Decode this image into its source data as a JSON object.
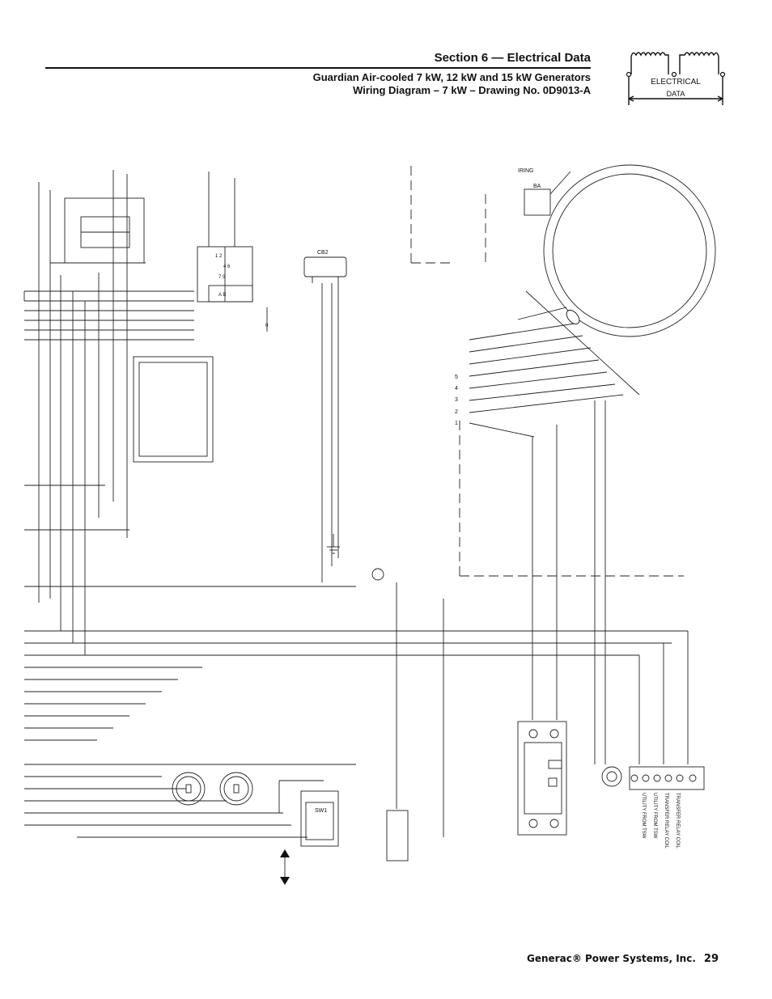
{
  "header": {
    "section_title": "Section 6 — Electrical Data",
    "subtitle_line1": "Guardian Air-cooled 7 kW, 12 kW and 15 kW Generators",
    "subtitle_line2": "Wiring Diagram – 7 kW – Drawing No. 0D9013-A"
  },
  "badge": {
    "line1": "ELECTRICAL",
    "line2": "DATA"
  },
  "diagram": {
    "labels": {
      "cb2": "CB2",
      "sw1": "SW1",
      "ba": "BA",
      "wiring": "IRING",
      "relay_top": "1 2",
      "relay_mid1": "4 6",
      "relay_mid2": "7 9",
      "relay_bot": "A B",
      "zero": "0"
    },
    "connector_numbers": [
      "5",
      "4",
      "3",
      "2",
      "1"
    ],
    "terminal_labels": [
      "UTILITY FROM TSW",
      "UTILITY FROM TSW",
      "TRANSFER RELAY COIL",
      "TRANSFER RELAY COIL"
    ]
  },
  "footer": {
    "company": "Generac® Power Systems, Inc.",
    "page_number": "29"
  }
}
